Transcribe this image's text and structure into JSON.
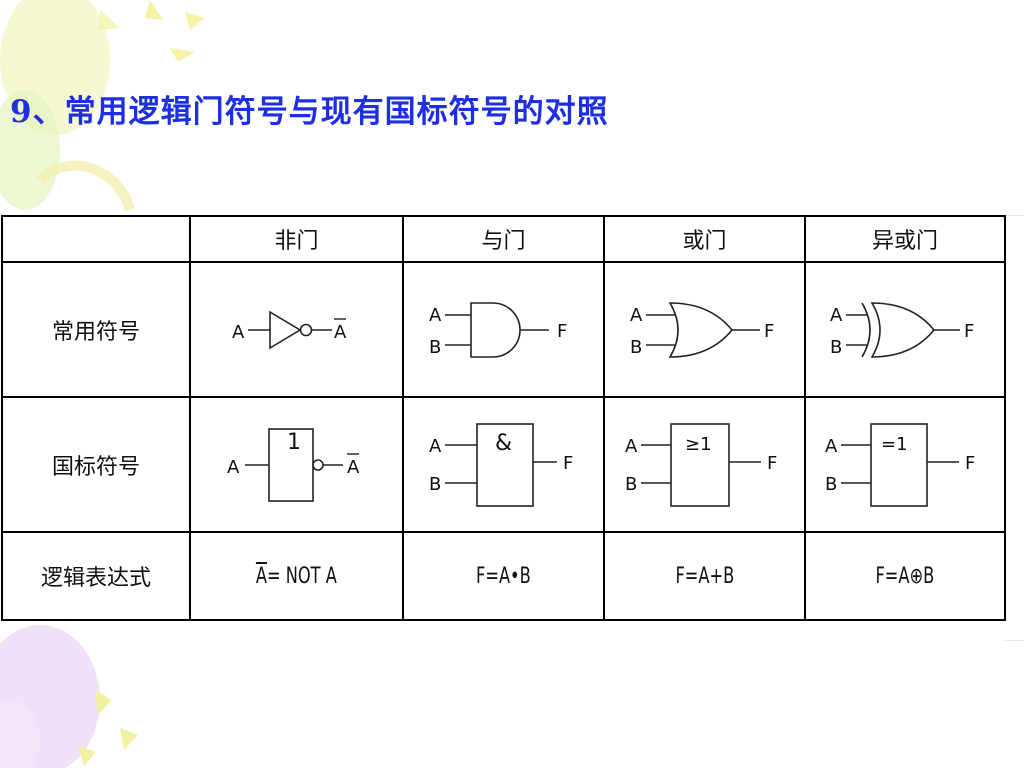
{
  "slide": {
    "title": "9、常用逻辑门符号与现有国标符号的对照"
  },
  "table": {
    "header": [
      "",
      "非门",
      "与门",
      "或门",
      "异或门"
    ],
    "rows": [
      {
        "label": "常用符号"
      },
      {
        "label": "国标符号"
      },
      {
        "label": "逻辑表达式"
      }
    ],
    "gates": {
      "not": {
        "input": "A",
        "output": "A",
        "gb_mark": "1"
      },
      "and": {
        "input_a": "A",
        "input_b": "B",
        "output": "F",
        "gb_mark": "&"
      },
      "or": {
        "input_a": "A",
        "input_b": "B",
        "output": "F",
        "gb_mark": "≥1"
      },
      "xor": {
        "input_a": "A",
        "input_b": "B",
        "output": "F",
        "gb_mark": "=1"
      }
    },
    "expressions": {
      "not_lhs": "A",
      "not_rhs": "= NOT A",
      "and": "F=A•B",
      "or": "F=A+B",
      "xor": "F=A⊕B"
    }
  },
  "colors": {
    "title": "#1d2fe0",
    "decor_yellow": "#f4f0a0",
    "decor_green": "#e3f3b8",
    "decor_purple": "#e9d8f4"
  }
}
